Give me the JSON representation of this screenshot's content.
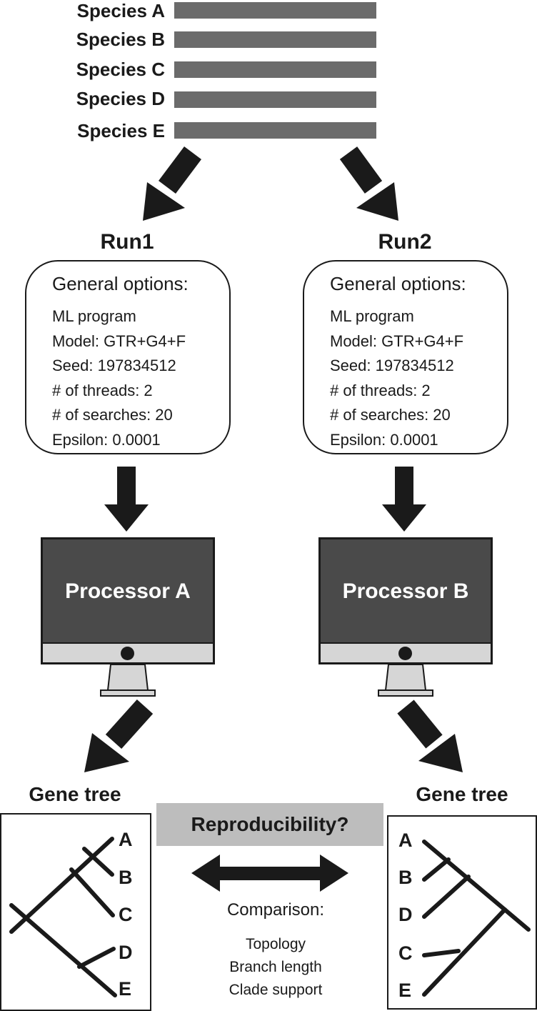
{
  "species": [
    "Species A",
    "Species B",
    "Species C",
    "Species D",
    "Species E"
  ],
  "runs": [
    {
      "title": "Run1",
      "options_title": "General options:",
      "options": [
        "ML program",
        "Model: GTR+G4+F",
        "Seed: 197834512",
        "# of threads: 2",
        "# of searches: 20",
        "Epsilon: 0.0001"
      ],
      "processor": "Processor A",
      "tree_title": "Gene tree",
      "tree_tips": [
        "A",
        "B",
        "C",
        "D",
        "E"
      ]
    },
    {
      "title": "Run2",
      "options_title": "General options:",
      "options": [
        "ML program",
        "Model: GTR+G4+F",
        "Seed: 197834512",
        "# of threads: 2",
        "# of searches: 20",
        "Epsilon: 0.0001"
      ],
      "processor": "Processor B",
      "tree_title": "Gene tree",
      "tree_tips": [
        "A",
        "B",
        "D",
        "C",
        "E"
      ]
    }
  ],
  "reproducibility": "Reproducibility?",
  "comparison": {
    "title": "Comparison:",
    "items": [
      "Topology",
      "Branch length",
      "Clade support"
    ]
  },
  "colors": {
    "ink": "#1a1a1a",
    "species_bar": "#6b6b6b",
    "screen": "#4a4a4a",
    "monitor_chin": "#d6d6d6",
    "repro_box": "#bdbdbd"
  },
  "icons": [
    "arrow-icon",
    "double-arrow-icon",
    "monitor-icon"
  ]
}
